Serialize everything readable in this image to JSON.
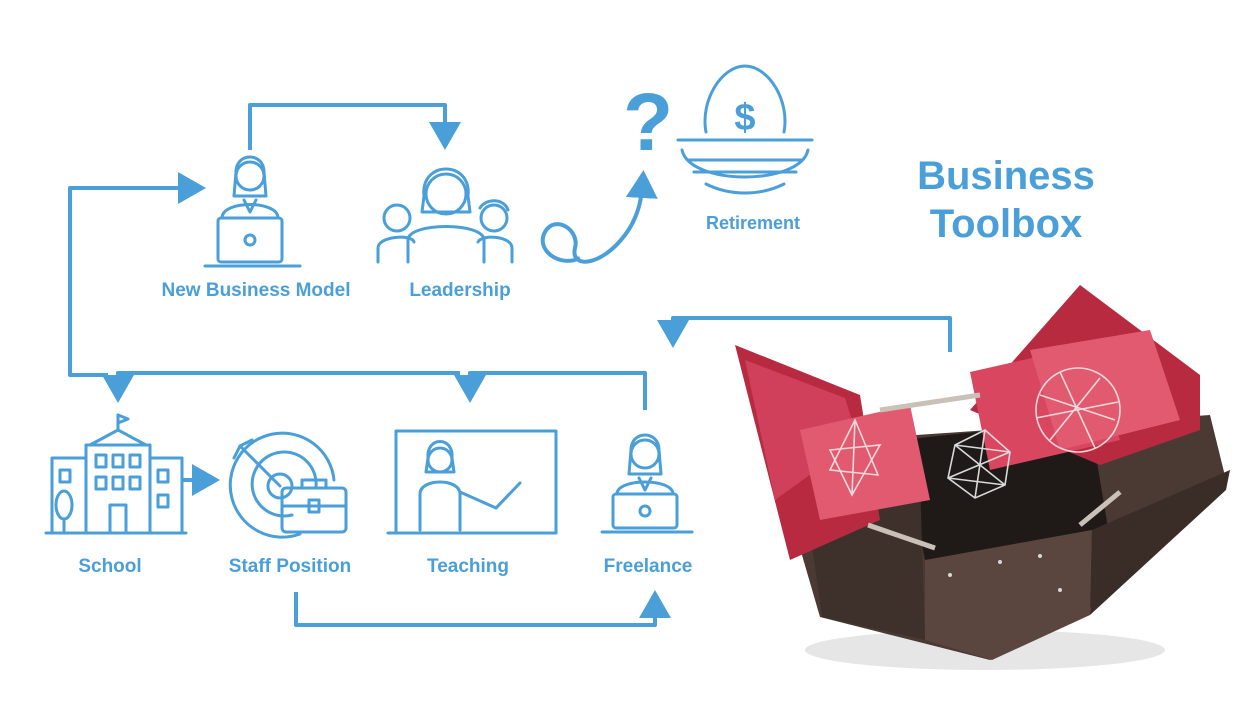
{
  "title": {
    "line1": "Business",
    "line2": "Toolbox"
  },
  "nodes": {
    "new_business_model": "New Business Model",
    "leadership": "Leadership",
    "retirement": "Retirement",
    "school": "School",
    "staff_position": "Staff Position",
    "teaching": "Teaching",
    "freelance": "Freelance"
  },
  "icons": {
    "new_business_model": "person-at-laptop-icon",
    "leadership": "group-of-people-icon",
    "retirement": "dollar-nest-egg-icon",
    "question": "question-mark-icon",
    "school": "school-building-icon",
    "staff_position": "target-briefcase-icon",
    "teaching": "teacher-at-board-icon",
    "freelance": "person-at-laptop-icon",
    "toolbox": "open-toolbox-image"
  },
  "colors": {
    "accent": "#4a9fd8",
    "toolbox_red": "#c02a45",
    "toolbox_brown": "#4b3a33"
  }
}
